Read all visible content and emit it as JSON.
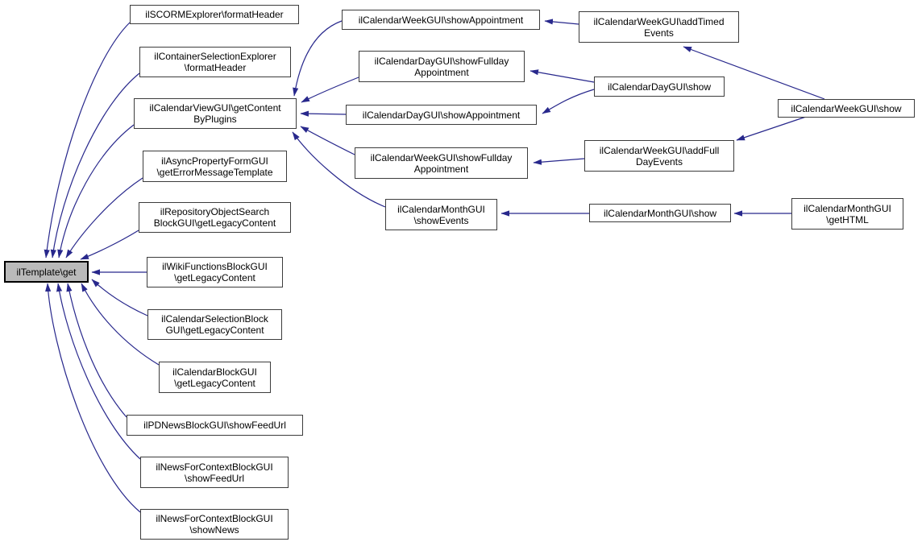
{
  "diagram": {
    "type": "call-graph",
    "highlighted_node": "ilTemplate\\get",
    "colors": {
      "edge": "#28288c",
      "node_border": "#3c3c3c",
      "node_fill": "#ffffff",
      "highlight_fill": "#bababa",
      "highlight_border": "#000000",
      "text": "#000000",
      "background": "#ffffff"
    },
    "nodes": [
      {
        "id": "scorm-explorer-format-header",
        "label": "ilSCORMExplorer\\formatHeader"
      },
      {
        "id": "container-selection-explorer-format-header",
        "label": "ilContainerSelectionExplorer\n\\formatHeader"
      },
      {
        "id": "calendar-view-gui-get-content-by-plugins",
        "label": "ilCalendarViewGUI\\getContent\nByPlugins"
      },
      {
        "id": "async-property-form-gui-get-error-message-template",
        "label": "ilAsyncPropertyFormGUI\n\\getErrorMessageTemplate"
      },
      {
        "id": "repository-object-search-block-gui-get-legacy-content",
        "label": "ilRepositoryObjectSearch\nBlockGUI\\getLegacyContent"
      },
      {
        "id": "template-get",
        "label": "ilTemplate\\get"
      },
      {
        "id": "wiki-functions-block-gui-get-legacy-content",
        "label": "ilWikiFunctionsBlockGUI\n\\getLegacyContent"
      },
      {
        "id": "calendar-selection-block-gui-get-legacy-content",
        "label": "ilCalendarSelectionBlock\nGUI\\getLegacyContent"
      },
      {
        "id": "calendar-block-gui-get-legacy-content",
        "label": "ilCalendarBlockGUI\n\\getLegacyContent"
      },
      {
        "id": "pd-news-block-gui-show-feed-url",
        "label": "ilPDNewsBlockGUI\\showFeedUrl"
      },
      {
        "id": "news-for-context-block-gui-show-feed-url",
        "label": "ilNewsForContextBlockGUI\n\\showFeedUrl"
      },
      {
        "id": "news-for-context-block-gui-show-news",
        "label": "ilNewsForContextBlockGUI\n\\showNews"
      },
      {
        "id": "calendar-week-gui-show-appointment",
        "label": "ilCalendarWeekGUI\\showAppointment"
      },
      {
        "id": "calendar-day-gui-show-fullday-appointment",
        "label": "ilCalendarDayGUI\\showFullday\nAppointment"
      },
      {
        "id": "calendar-day-gui-show-appointment",
        "label": "ilCalendarDayGUI\\showAppointment"
      },
      {
        "id": "calendar-week-gui-show-fullday-appointment",
        "label": "ilCalendarWeekGUI\\showFullday\nAppointment"
      },
      {
        "id": "calendar-month-gui-show-events",
        "label": "ilCalendarMonthGUI\n\\showEvents"
      },
      {
        "id": "calendar-week-gui-add-timed-events",
        "label": "ilCalendarWeekGUI\\addTimed\nEvents"
      },
      {
        "id": "calendar-day-gui-show",
        "label": "ilCalendarDayGUI\\show"
      },
      {
        "id": "calendar-week-gui-add-full-day-events",
        "label": "ilCalendarWeekGUI\\addFull\nDayEvents"
      },
      {
        "id": "calendar-month-gui-show",
        "label": "ilCalendarMonthGUI\\show"
      },
      {
        "id": "calendar-week-gui-show",
        "label": "ilCalendarWeekGUI\\show"
      },
      {
        "id": "calendar-month-gui-get-html",
        "label": "ilCalendarMonthGUI\n\\getHTML"
      }
    ],
    "edges": [
      {
        "from": "scorm-explorer-format-header",
        "to": "template-get"
      },
      {
        "from": "container-selection-explorer-format-header",
        "to": "template-get"
      },
      {
        "from": "calendar-view-gui-get-content-by-plugins",
        "to": "template-get"
      },
      {
        "from": "async-property-form-gui-get-error-message-template",
        "to": "template-get"
      },
      {
        "from": "repository-object-search-block-gui-get-legacy-content",
        "to": "template-get"
      },
      {
        "from": "wiki-functions-block-gui-get-legacy-content",
        "to": "template-get"
      },
      {
        "from": "calendar-selection-block-gui-get-legacy-content",
        "to": "template-get"
      },
      {
        "from": "calendar-block-gui-get-legacy-content",
        "to": "template-get"
      },
      {
        "from": "pd-news-block-gui-show-feed-url",
        "to": "template-get"
      },
      {
        "from": "news-for-context-block-gui-show-feed-url",
        "to": "template-get"
      },
      {
        "from": "news-for-context-block-gui-show-news",
        "to": "template-get"
      },
      {
        "from": "calendar-week-gui-show-appointment",
        "to": "calendar-view-gui-get-content-by-plugins"
      },
      {
        "from": "calendar-day-gui-show-fullday-appointment",
        "to": "calendar-view-gui-get-content-by-plugins"
      },
      {
        "from": "calendar-day-gui-show-appointment",
        "to": "calendar-view-gui-get-content-by-plugins"
      },
      {
        "from": "calendar-week-gui-show-fullday-appointment",
        "to": "calendar-view-gui-get-content-by-plugins"
      },
      {
        "from": "calendar-month-gui-show-events",
        "to": "calendar-view-gui-get-content-by-plugins"
      },
      {
        "from": "calendar-week-gui-add-timed-events",
        "to": "calendar-week-gui-show-appointment"
      },
      {
        "from": "calendar-day-gui-show",
        "to": "calendar-day-gui-show-fullday-appointment"
      },
      {
        "from": "calendar-day-gui-show",
        "to": "calendar-day-gui-show-appointment"
      },
      {
        "from": "calendar-week-gui-add-full-day-events",
        "to": "calendar-week-gui-show-fullday-appointment"
      },
      {
        "from": "calendar-week-gui-show",
        "to": "calendar-week-gui-add-timed-events"
      },
      {
        "from": "calendar-week-gui-show",
        "to": "calendar-week-gui-add-full-day-events"
      },
      {
        "from": "calendar-month-gui-show",
        "to": "calendar-month-gui-show-events"
      },
      {
        "from": "calendar-month-gui-get-html",
        "to": "calendar-month-gui-show"
      }
    ]
  }
}
